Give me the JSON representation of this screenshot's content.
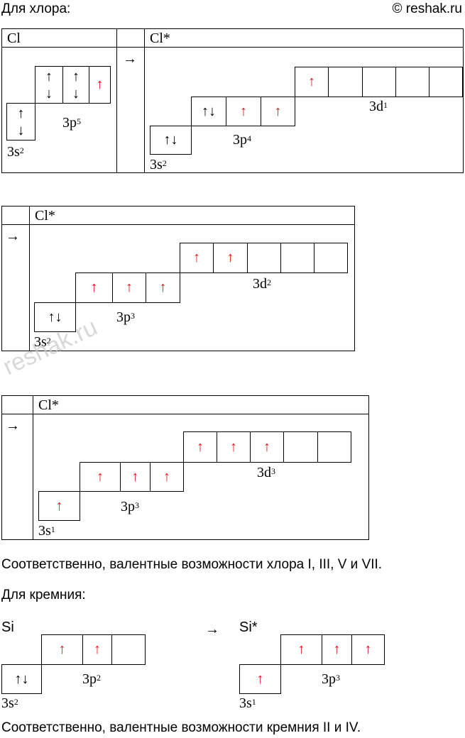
{
  "header": {
    "intro": "Для хлора:",
    "copyright": "© reshak.ru"
  },
  "table1": {
    "col1_header": "Cl",
    "col3_header": "Cl*",
    "arrow": "→",
    "ground": {
      "s_label": "3s",
      "s_sup": "2",
      "p_label": "3p",
      "p_sup": "5",
      "s_cell": [
        "↑",
        "↓"
      ],
      "p_cells": [
        [
          "↑",
          "↓"
        ],
        [
          "↑",
          "↓"
        ],
        [
          "↑"
        ]
      ]
    },
    "excited": {
      "s_label": "3s",
      "s_sup": "2",
      "p_label": "3p",
      "p_sup": "4",
      "d_label": "3d",
      "d_sup": "1",
      "s_cell": "↑↓",
      "p_cells": [
        "↑↓",
        "↑",
        "↑"
      ],
      "d_cells": [
        "↑",
        "",
        "",
        "",
        ""
      ]
    }
  },
  "table2": {
    "header": "Cl*",
    "arrow": "→",
    "s_label": "3s",
    "s_sup": "2",
    "p_label": "3p",
    "p_sup": "3",
    "d_label": "3d",
    "d_sup": "2",
    "s_cell": "↑↓",
    "p_cells": [
      "↑",
      "↑",
      "↑"
    ],
    "d_cells": [
      "↑",
      "↑",
      "",
      "",
      ""
    ]
  },
  "table3": {
    "header": "Cl*",
    "arrow": "→",
    "s_label": "3s",
    "s_sup": "1",
    "p_label": "3p",
    "p_sup": "3",
    "d_label": "3d",
    "d_sup": "3",
    "s_cell": "↑",
    "p_cells": [
      "↑",
      "↑",
      "↑"
    ],
    "d_cells": [
      "↑",
      "↑",
      "↑",
      "",
      ""
    ]
  },
  "chlorine_conclusion": "Соответственно, валентные возможности хлора I, III, V и VII.",
  "silicon_intro": "Для кремния:",
  "silicon": {
    "ground_label": "Si",
    "arrow": "→",
    "excited_label": "Si*",
    "ground": {
      "s_label": "3s",
      "s_sup": "2",
      "p_label": "3p",
      "p_sup": "2",
      "s_cell": "↑↓",
      "p_cells": [
        "↑",
        "↑",
        ""
      ]
    },
    "excited": {
      "s_label": "3s",
      "s_sup": "1",
      "p_label": "3p",
      "p_sup": "3",
      "s_cell": "↑",
      "p_cells": [
        "↑",
        "↑",
        "↑"
      ]
    }
  },
  "silicon_conclusion": "Соответственно, валентные возможности кремния II и IV.",
  "watermark": "reshak.ru",
  "colors": {
    "electron_unpaired": "#e0161b",
    "electron_paired": "#000000"
  }
}
